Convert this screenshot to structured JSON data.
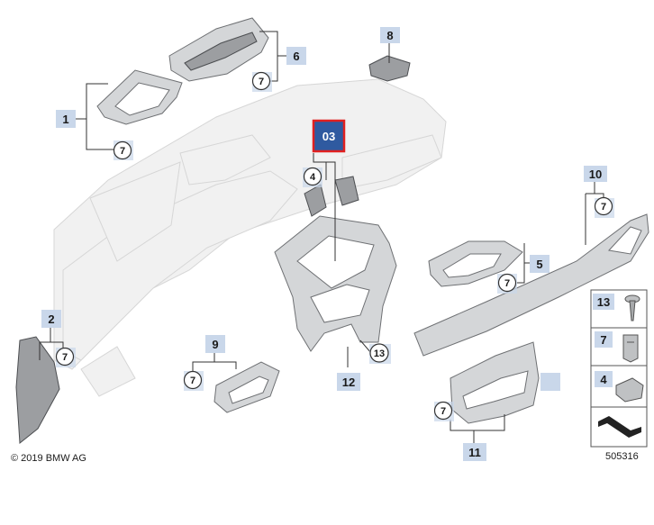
{
  "callouts": {
    "c1": "1",
    "c2": "2",
    "c4": "4",
    "c5": "5",
    "c6": "6",
    "c7": "7",
    "c8": "8",
    "c9": "9",
    "c10": "10",
    "c11": "11",
    "c12": "12",
    "c13": "13"
  },
  "highlight": {
    "label": "03",
    "color": "#2f5aa0",
    "border": "#e02020"
  },
  "legend": {
    "items": [
      "13",
      "7",
      "4"
    ]
  },
  "copyright": "© 2019 BMW AG",
  "diagram_number": "505316",
  "colors": {
    "tag_bg": "#c9d7ea",
    "part_fill": "#d4d6d8",
    "ghost_fill": "#f1f1f1"
  }
}
